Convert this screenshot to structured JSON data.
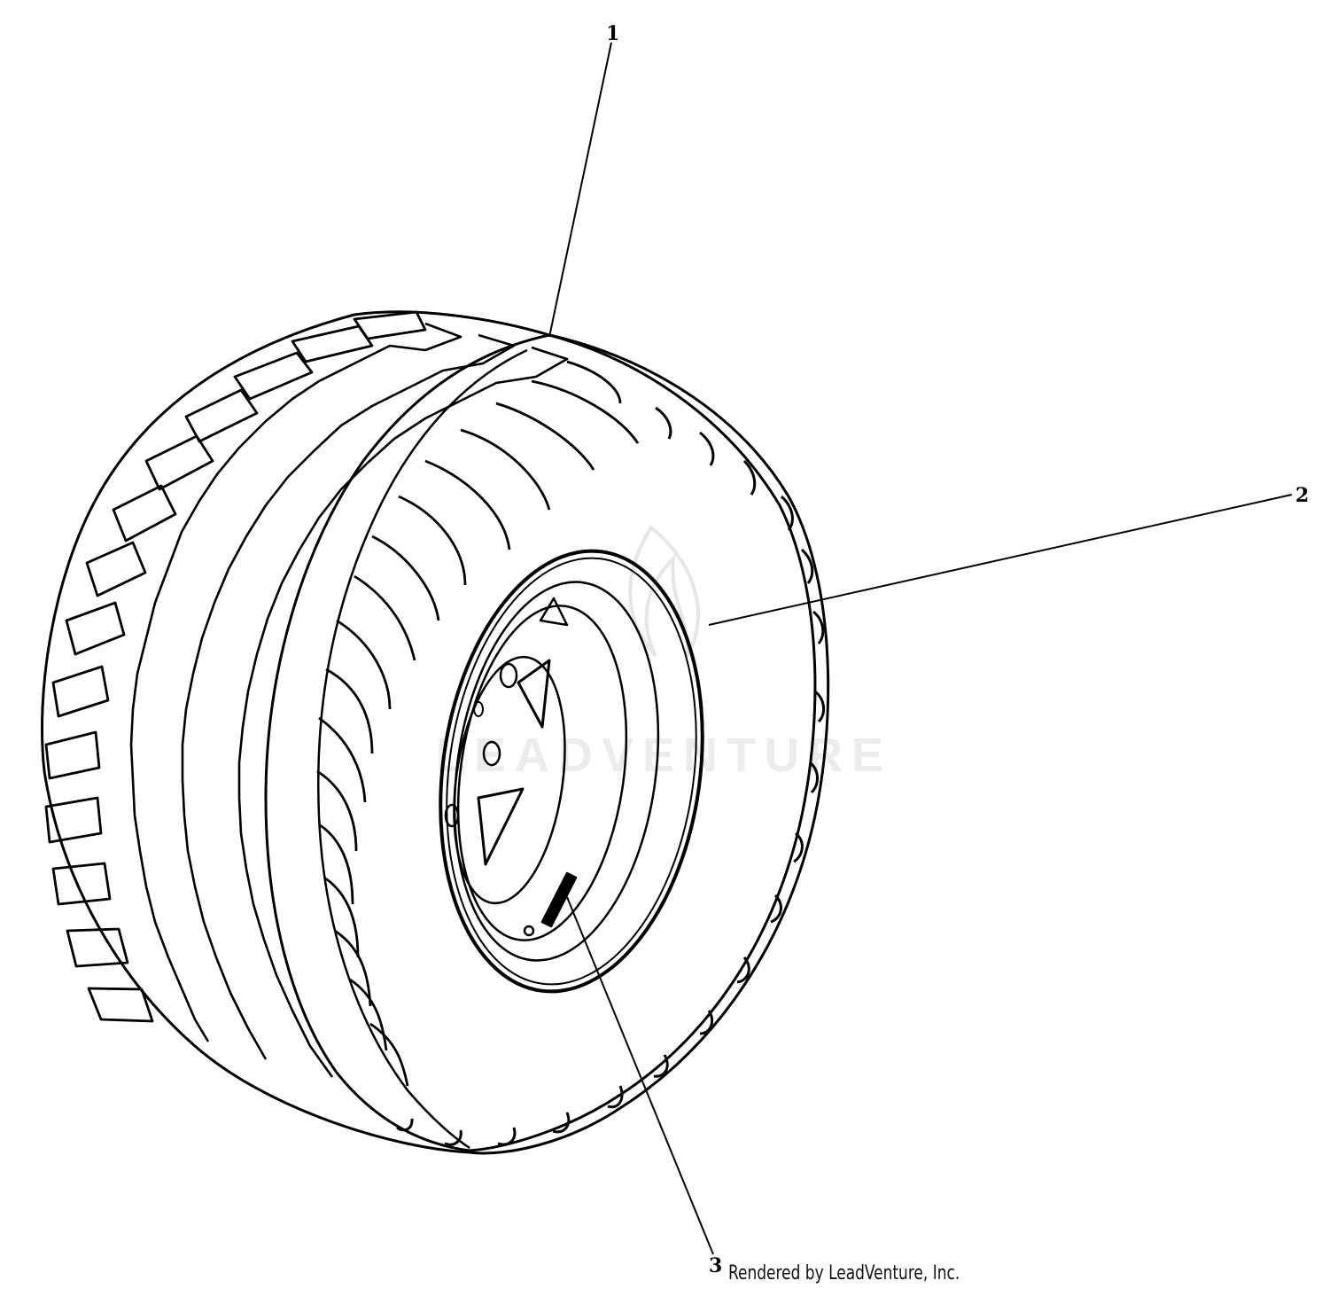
{
  "callouts": [
    {
      "id": "1",
      "label": "1"
    },
    {
      "id": "2",
      "label": "2"
    },
    {
      "id": "3",
      "label": "3"
    }
  ],
  "watermark": {
    "text": "LEADVENTURE"
  },
  "credit": {
    "text": "Rendered by LeadVenture, Inc."
  },
  "colors": {
    "ink": "#000000",
    "watermark": "#ececec",
    "background": "#ffffff"
  }
}
